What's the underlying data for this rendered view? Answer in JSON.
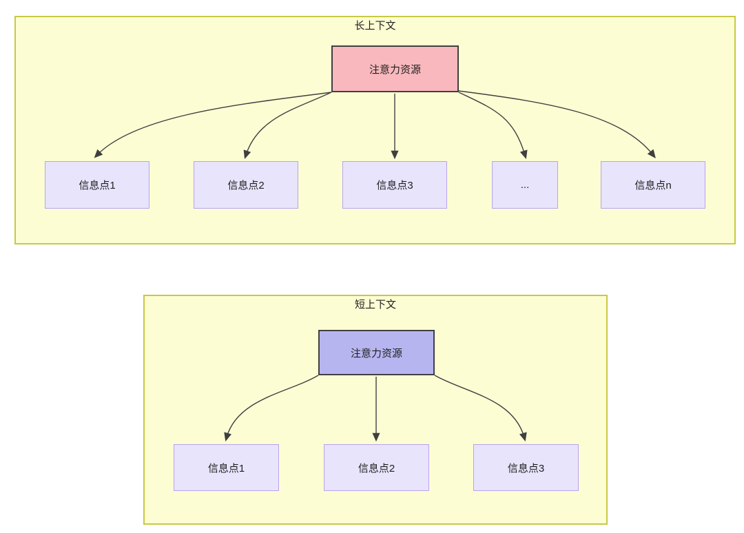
{
  "diagram": {
    "title_long": "长上下文",
    "title_short": "短上下文",
    "colors": {
      "panel_fill": "#fdfdd4",
      "panel_border": "#c8c845",
      "attention_long_fill": "#f9b8bd",
      "attention_short_fill": "#b7b5f0",
      "info_fill": "#e8e4fc",
      "info_border": "#b9a2ec",
      "node_border_dark": "#3f3f3f",
      "edge_stroke": "#3f3f3f",
      "text": "#1f1f1f"
    },
    "panels": [
      {
        "name": "long-context-panel",
        "title": "长上下文",
        "attention_node": {
          "label": "注意力资源",
          "style": "pink"
        },
        "info_nodes": [
          {
            "label": "信息点1"
          },
          {
            "label": "信息点2"
          },
          {
            "label": "信息点3"
          },
          {
            "label": "..."
          },
          {
            "label": "信息点n"
          }
        ]
      },
      {
        "name": "short-context-panel",
        "title": "短上下文",
        "attention_node": {
          "label": "注意力资源",
          "style": "purple"
        },
        "info_nodes": [
          {
            "label": "信息点1"
          },
          {
            "label": "信息点2"
          },
          {
            "label": "信息点3"
          }
        ]
      }
    ]
  }
}
